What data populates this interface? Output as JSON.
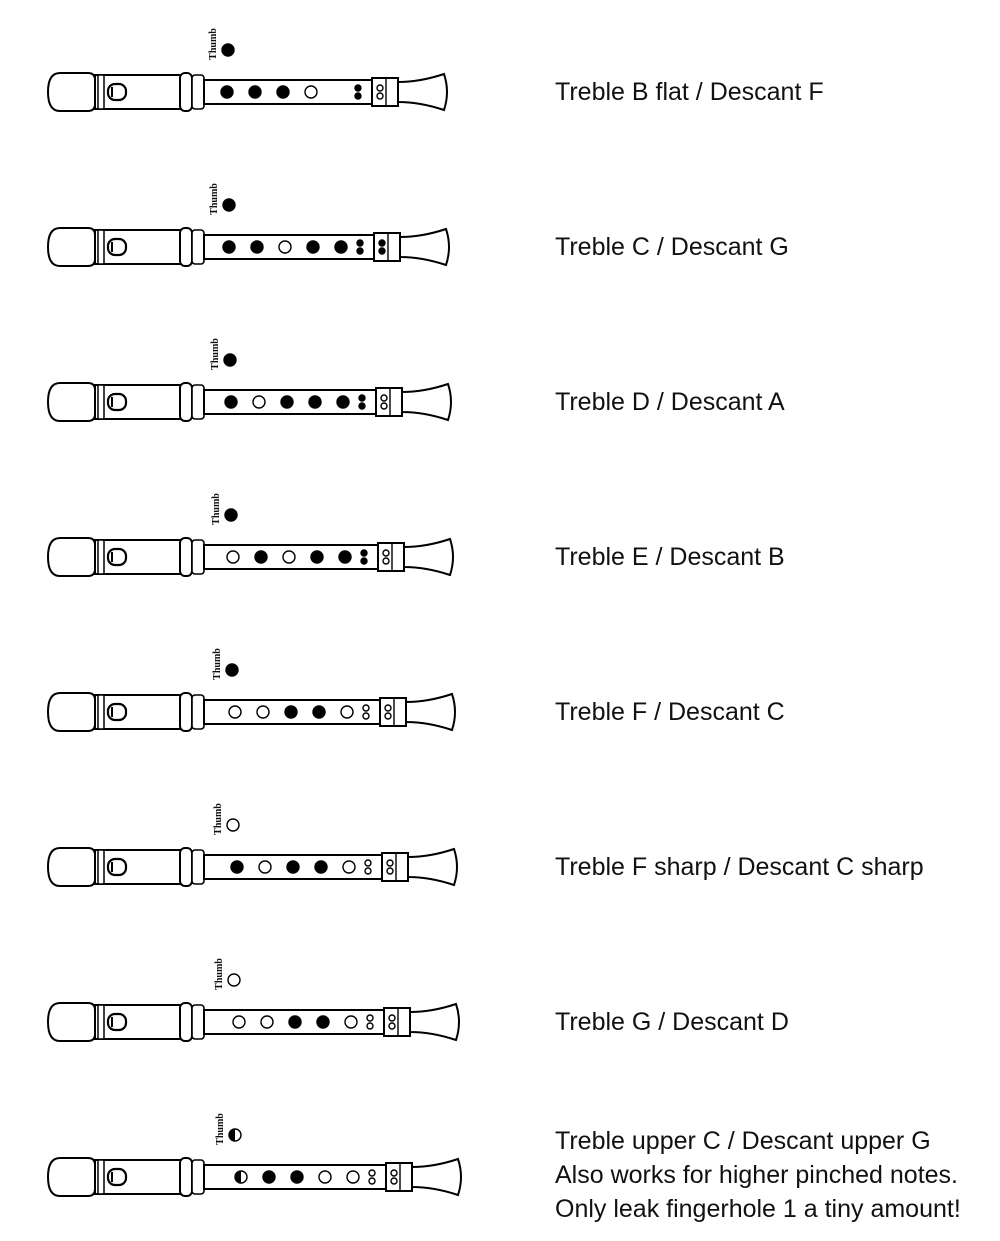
{
  "chart_data": {
    "type": "diagram",
    "thumb_label": "Thumb",
    "fingerings": [
      {
        "name": "Treble B flat / Descant F",
        "lines": [
          "Treble B flat / Descant F"
        ],
        "thumb": "closed",
        "holes": [
          "closed",
          "closed",
          "closed",
          "open"
        ],
        "hole6": [
          "closed",
          "closed"
        ],
        "hole7": [
          "open",
          "open"
        ]
      },
      {
        "name": "Treble C / Descant G",
        "lines": [
          "Treble C / Descant G"
        ],
        "thumb": "closed",
        "holes": [
          "closed",
          "closed",
          "open",
          "closed",
          "closed"
        ],
        "hole6": [
          "closed",
          "closed"
        ],
        "hole7": [
          "closed",
          "closed"
        ]
      },
      {
        "name": "Treble D / Descant A",
        "lines": [
          "Treble D / Descant A"
        ],
        "thumb": "closed",
        "holes": [
          "closed",
          "open",
          "closed",
          "closed",
          "closed"
        ],
        "hole6": [
          "closed",
          "closed"
        ],
        "hole7": [
          "open",
          "open"
        ]
      },
      {
        "name": "Treble E / Descant B",
        "lines": [
          "Treble E / Descant B"
        ],
        "thumb": "closed",
        "holes": [
          "open",
          "closed",
          "open",
          "closed",
          "closed"
        ],
        "hole6": [
          "closed",
          "closed"
        ],
        "hole7": [
          "open",
          "open"
        ]
      },
      {
        "name": "Treble F / Descant C",
        "lines": [
          "Treble F / Descant C"
        ],
        "thumb": "closed",
        "holes": [
          "open",
          "open",
          "closed",
          "closed",
          "open"
        ],
        "hole6": [
          "open",
          "open"
        ],
        "hole7": [
          "open",
          "open"
        ]
      },
      {
        "name": "Treble F sharp / Descant C sharp",
        "lines": [
          "Treble F sharp / Descant C sharp"
        ],
        "thumb": "open",
        "holes": [
          "closed",
          "open",
          "closed",
          "closed",
          "open"
        ],
        "hole6": [
          "open",
          "open"
        ],
        "hole7": [
          "open",
          "open"
        ]
      },
      {
        "name": "Treble G / Descant D",
        "lines": [
          "Treble G / Descant D"
        ],
        "thumb": "open",
        "holes": [
          "open",
          "open",
          "closed",
          "closed",
          "open"
        ],
        "hole6": [
          "open",
          "open"
        ],
        "hole7": [
          "open",
          "open"
        ]
      },
      {
        "name": "Treble upper C / Descant upper G",
        "lines": [
          "Treble upper C / Descant upper G",
          "Also works for higher pinched notes.",
          "Only leak fingerhole 1 a tiny amount!"
        ],
        "thumb": "half",
        "holes": [
          "half",
          "closed",
          "closed",
          "open",
          "open"
        ],
        "hole6": [
          "open",
          "open"
        ],
        "hole7": [
          "open",
          "open"
        ]
      }
    ]
  }
}
